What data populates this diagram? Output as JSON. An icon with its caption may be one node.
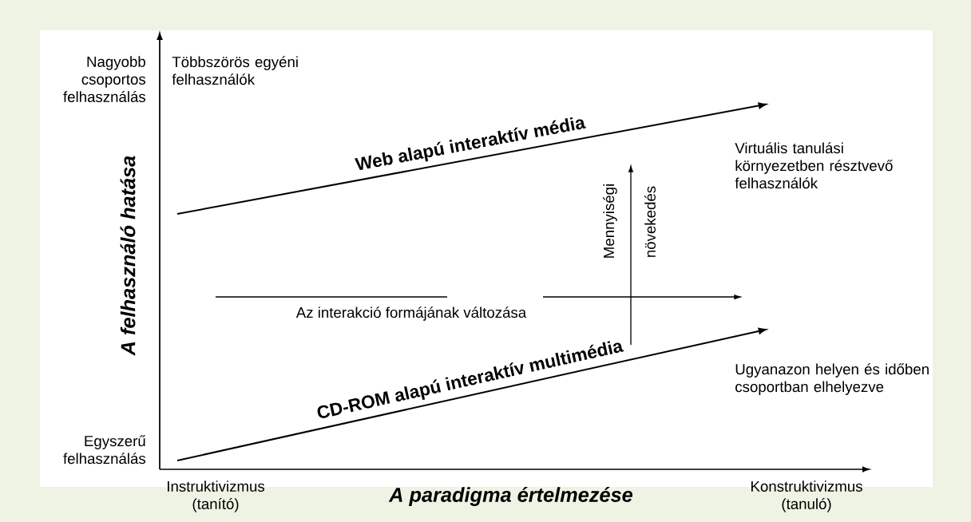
{
  "diagram": {
    "labels": [
      "Nagyobb csoportos felhasználás",
      "Többszörös egyéni felhasználók",
      "Web alapú interaktív média",
      "Virtuális tanulási környezetben résztvevő felhasználók",
      "A felhasználó hatása",
      "Mennyiségi",
      "növekedés",
      "Az interakció formájának változása",
      "CD-ROM alapú interaktív multimédia",
      "Ugyanazon helyen és időben csoportban elhelyezve",
      "Egyszerű felhasználás",
      "Instruktivizmus (tanító)",
      "A paradigma értelmezése",
      "Konstruktivizmus (tanuló)"
    ]
  }
}
